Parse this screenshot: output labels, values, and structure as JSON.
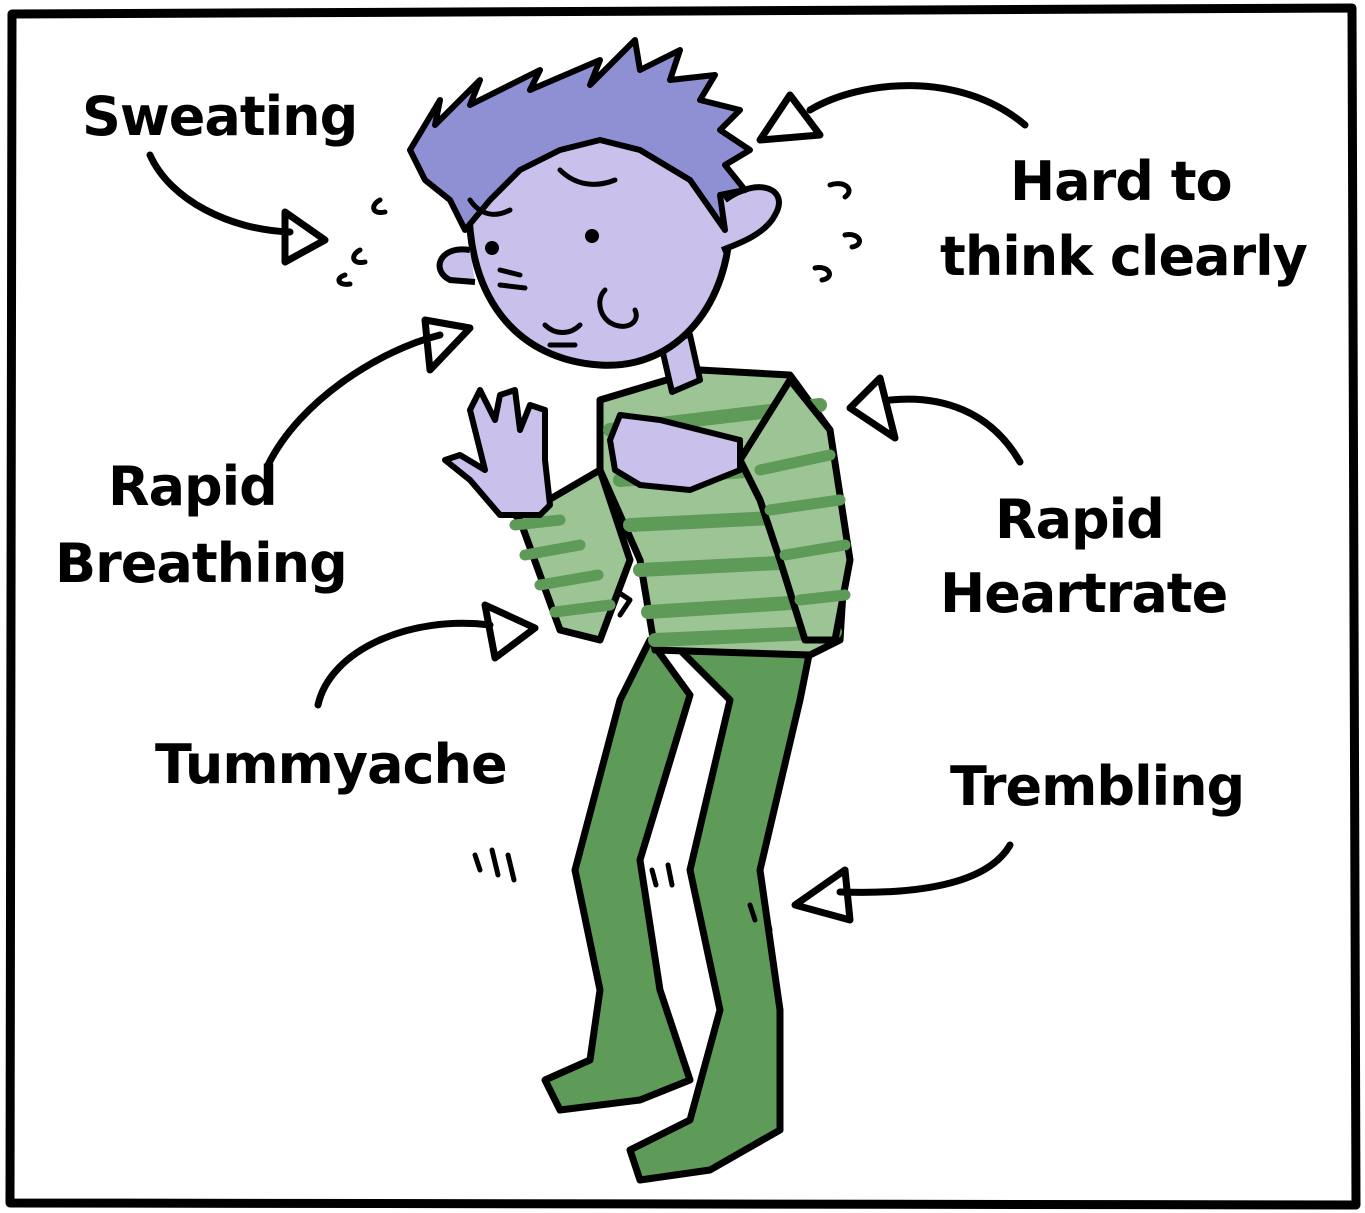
{
  "labels": {
    "sweating": "Sweating",
    "hard_to_think_line1": "Hard to",
    "hard_to_think_line2": "think clearly",
    "rapid_breathing_line1": "Rapid",
    "rapid_breathing_line2": "Breathing",
    "rapid_heartrate_line1": "Rapid",
    "rapid_heartrate_line2": "Heartrate",
    "tummyache": "Tummyache",
    "trembling": "Trembling"
  },
  "colors": {
    "skin": "#c9c0ec",
    "hair": "#8f8fd4",
    "shirt_light": "#9cc494",
    "shirt_dark": "#5e9a58",
    "pants": "#5e9a58",
    "outline": "#000000",
    "background": "#ffffff"
  }
}
